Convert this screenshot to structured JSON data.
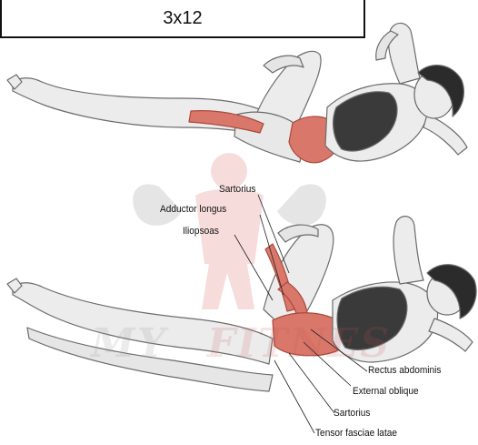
{
  "caption": "3x12",
  "labels": {
    "sartorius_top": "Sartorius",
    "adductor_longus": "Adductor longus",
    "iliopsoas": "Iliopsoas",
    "rectus_abdominis": "Rectus abdominis",
    "external_oblique": "External oblique",
    "sartorius_bottom": "Sartorius",
    "tensor_fasciae_latae": "Tensor fasciae latae"
  },
  "watermark": {
    "left": "MY",
    "right": "FITNES"
  },
  "colors": {
    "skin": "#ececec",
    "outline": "#6b6b6b",
    "muscle": "#d9786a",
    "hair": "#2b2b2b",
    "top": "#3a3a3a"
  }
}
